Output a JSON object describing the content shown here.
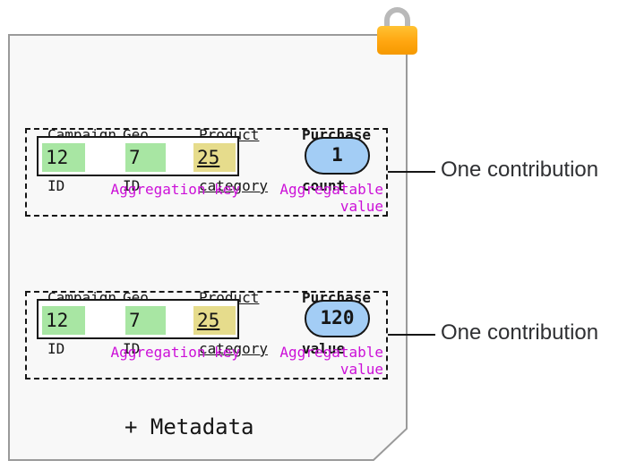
{
  "colors": {
    "card_bg": "#f8f8f8",
    "card_border": "#9a9a9a",
    "green": "#a8e6a3",
    "yellow": "#e6dc8c",
    "blue": "#a3cdf5",
    "magenta": "#cc10d8",
    "lock_orange": "#ffa610",
    "line_black": "#161616"
  },
  "metadata_label": "+ Metadata",
  "contributions": [
    {
      "columns": [
        {
          "line1": "Campaign",
          "line2": "ID"
        },
        {
          "line1": "Geo",
          "line2": "ID"
        },
        {
          "line1": "Product",
          "line2": "category"
        },
        {
          "line1": "Purchase",
          "line2": "count"
        }
      ],
      "key_cells": [
        {
          "value": "12",
          "bg": "#a8e6a3"
        },
        {
          "value": "7",
          "bg": "#a8e6a3"
        },
        {
          "value": "25",
          "bg": "#e6dc8c"
        }
      ],
      "value_bubble": "1",
      "bubble_bg": "#a3cdf5",
      "key_label": "Aggregation key",
      "value_label_line1": "Aggregatable",
      "value_label_line2": "value",
      "annotation": "One contribution"
    },
    {
      "columns": [
        {
          "line1": "Campaign",
          "line2": "ID"
        },
        {
          "line1": "Geo",
          "line2": "ID"
        },
        {
          "line1": "Product",
          "line2": "category"
        },
        {
          "line1": "Purchase",
          "line2": "value"
        }
      ],
      "key_cells": [
        {
          "value": "12",
          "bg": "#a8e6a3"
        },
        {
          "value": "7",
          "bg": "#a8e6a3"
        },
        {
          "value": "25",
          "bg": "#e6dc8c"
        }
      ],
      "value_bubble": "120",
      "bubble_bg": "#a3cdf5",
      "key_label": "Aggregation key",
      "value_label_line1": "Aggregatable",
      "value_label_line2": "value",
      "annotation": "One contribution"
    }
  ]
}
